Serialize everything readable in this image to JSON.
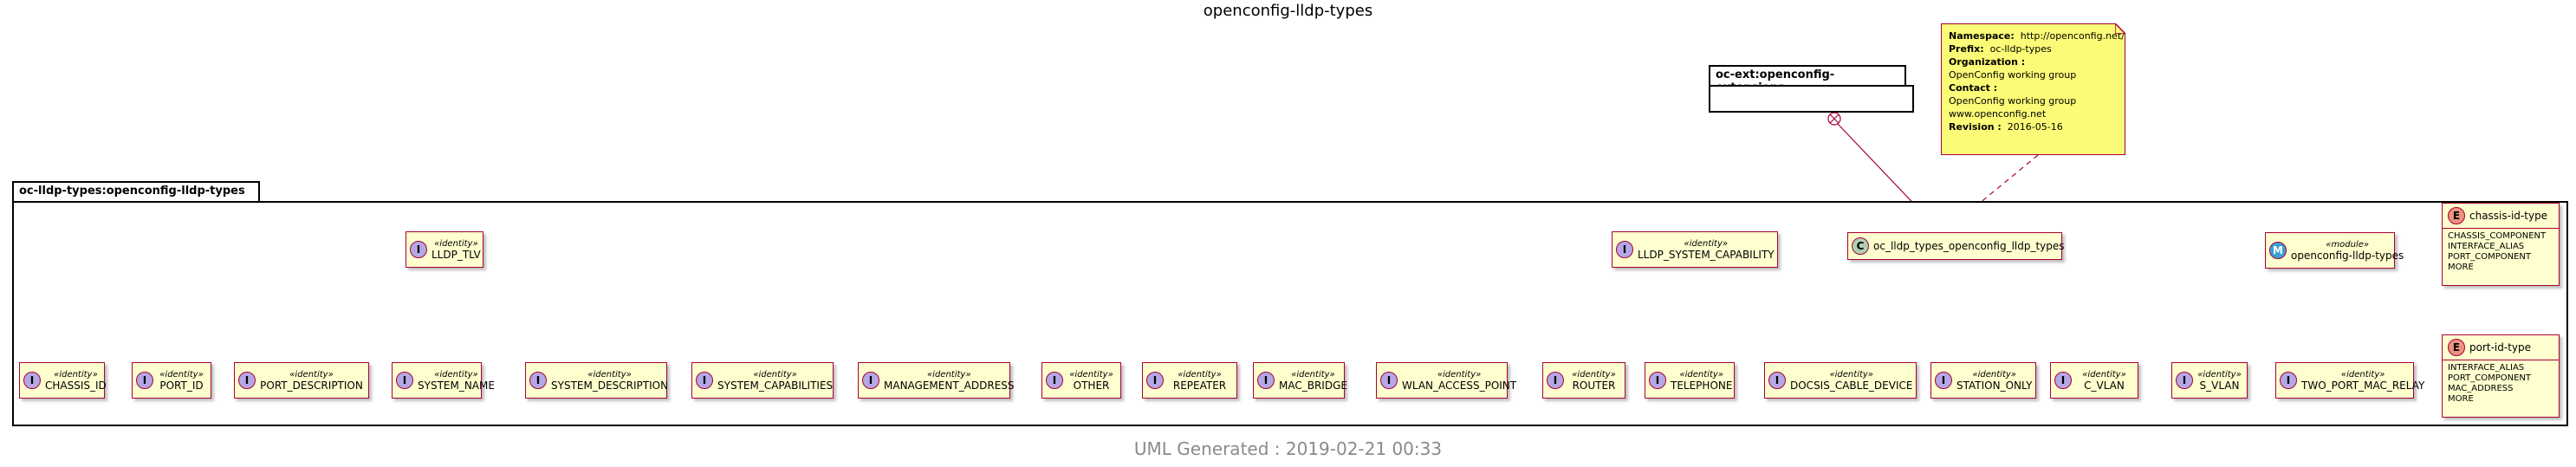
{
  "title": "openconfig-lldp-types",
  "footer": "UML Generated : 2019-02-21 00:33",
  "colors": {
    "class_fill": "#fefece",
    "border": "#a80036",
    "note_fill": "#fbfb77"
  },
  "packages": {
    "main": {
      "label": "oc-lldp-types:openconfig-lldp-types"
    },
    "ext": {
      "label": "oc-ext:openconfig-extensions"
    }
  },
  "stereotypes": {
    "identity": "«identity»",
    "module": "«module»"
  },
  "parents": {
    "lldp_tlv": "LLDP_TLV",
    "sys_cap": "LLDP_SYSTEM_CAPABILITY"
  },
  "tlv_children": [
    "CHASSIS_ID",
    "PORT_ID",
    "PORT_DESCRIPTION",
    "SYSTEM_NAME",
    "SYSTEM_DESCRIPTION",
    "SYSTEM_CAPABILITIES",
    "MANAGEMENT_ADDRESS"
  ],
  "cap_children": [
    "OTHER",
    "REPEATER",
    "MAC_BRIDGE",
    "WLAN_ACCESS_POINT",
    "ROUTER",
    "TELEPHONE",
    "DOCSIS_CABLE_DEVICE",
    "STATION_ONLY",
    "C_VLAN",
    "S_VLAN",
    "TWO_PORT_MAC_RELAY"
  ],
  "main_class": {
    "icon": "C",
    "name": "oc_lldp_types_openconfig_lldp_types"
  },
  "module": {
    "icon": "M",
    "name": "openconfig-lldp-types"
  },
  "enums": [
    {
      "icon": "E",
      "name": "chassis-id-type",
      "values": [
        "CHASSIS_COMPONENT",
        "INTERFACE_ALIAS",
        "PORT_COMPONENT",
        "MORE"
      ]
    },
    {
      "icon": "E",
      "name": "port-id-type",
      "values": [
        "INTERFACE_ALIAS",
        "PORT_COMPONENT",
        "MAC_ADDRESS",
        "MORE"
      ]
    }
  ],
  "note": {
    "rows": [
      {
        "k": "Namespace:",
        "v": "http://openconfig.net/yang/lldp/types"
      },
      {
        "k": "Prefix:",
        "v": "oc-lldp-types"
      },
      {
        "k": "Organization :",
        "v": ""
      },
      {
        "k": "",
        "v": "OpenConfig working group"
      },
      {
        "k": "Contact :",
        "v": ""
      },
      {
        "k": "",
        "v": "OpenConfig working group"
      },
      {
        "k": "",
        "v": "www.openconfig.net"
      },
      {
        "k": "Revision :",
        "v": "2016-05-16"
      }
    ]
  }
}
